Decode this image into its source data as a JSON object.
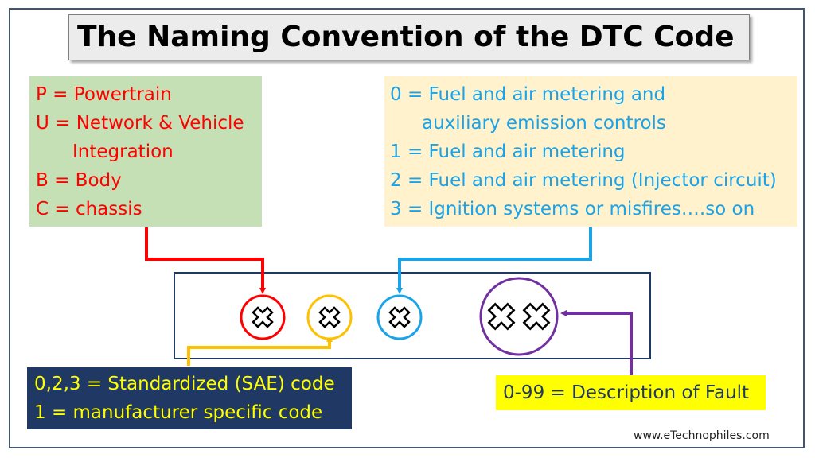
{
  "title": "The Naming Convention of the DTC Code",
  "first_character": {
    "lines": [
      "P = Powertrain",
      "U = Network & Vehicle",
      "Integration",
      "B = Body",
      "C = chassis"
    ],
    "color": "#ff0000",
    "background": "#c5e0b4"
  },
  "third_character": {
    "lines": [
      "0 = Fuel and air metering and",
      "auxiliary emission controls",
      "1 = Fuel and air metering",
      "2 = Fuel and air metering (Injector circuit)",
      "3 = Ignition systems or misfires….so on"
    ],
    "color": "#1aa3e8",
    "background": "#fff2cc"
  },
  "second_character": {
    "lines": [
      "0,2,3 = Standardized  (SAE) code",
      "1 = manufacturer specific code"
    ],
    "color": "#ffff00",
    "background": "#203864"
  },
  "last_characters": {
    "text": "0-99 = Description  of Fault",
    "color": "#203864",
    "background": "#ffff00"
  },
  "code_slots": [
    {
      "name": "first-character",
      "color": "#ff0000"
    },
    {
      "name": "second-character",
      "color": "#ffc000"
    },
    {
      "name": "third-character",
      "color": "#1aa3e8"
    },
    {
      "name": "fault-digits",
      "color": "#7030a0"
    }
  ],
  "watermark": "www.eTechnophiles.com"
}
